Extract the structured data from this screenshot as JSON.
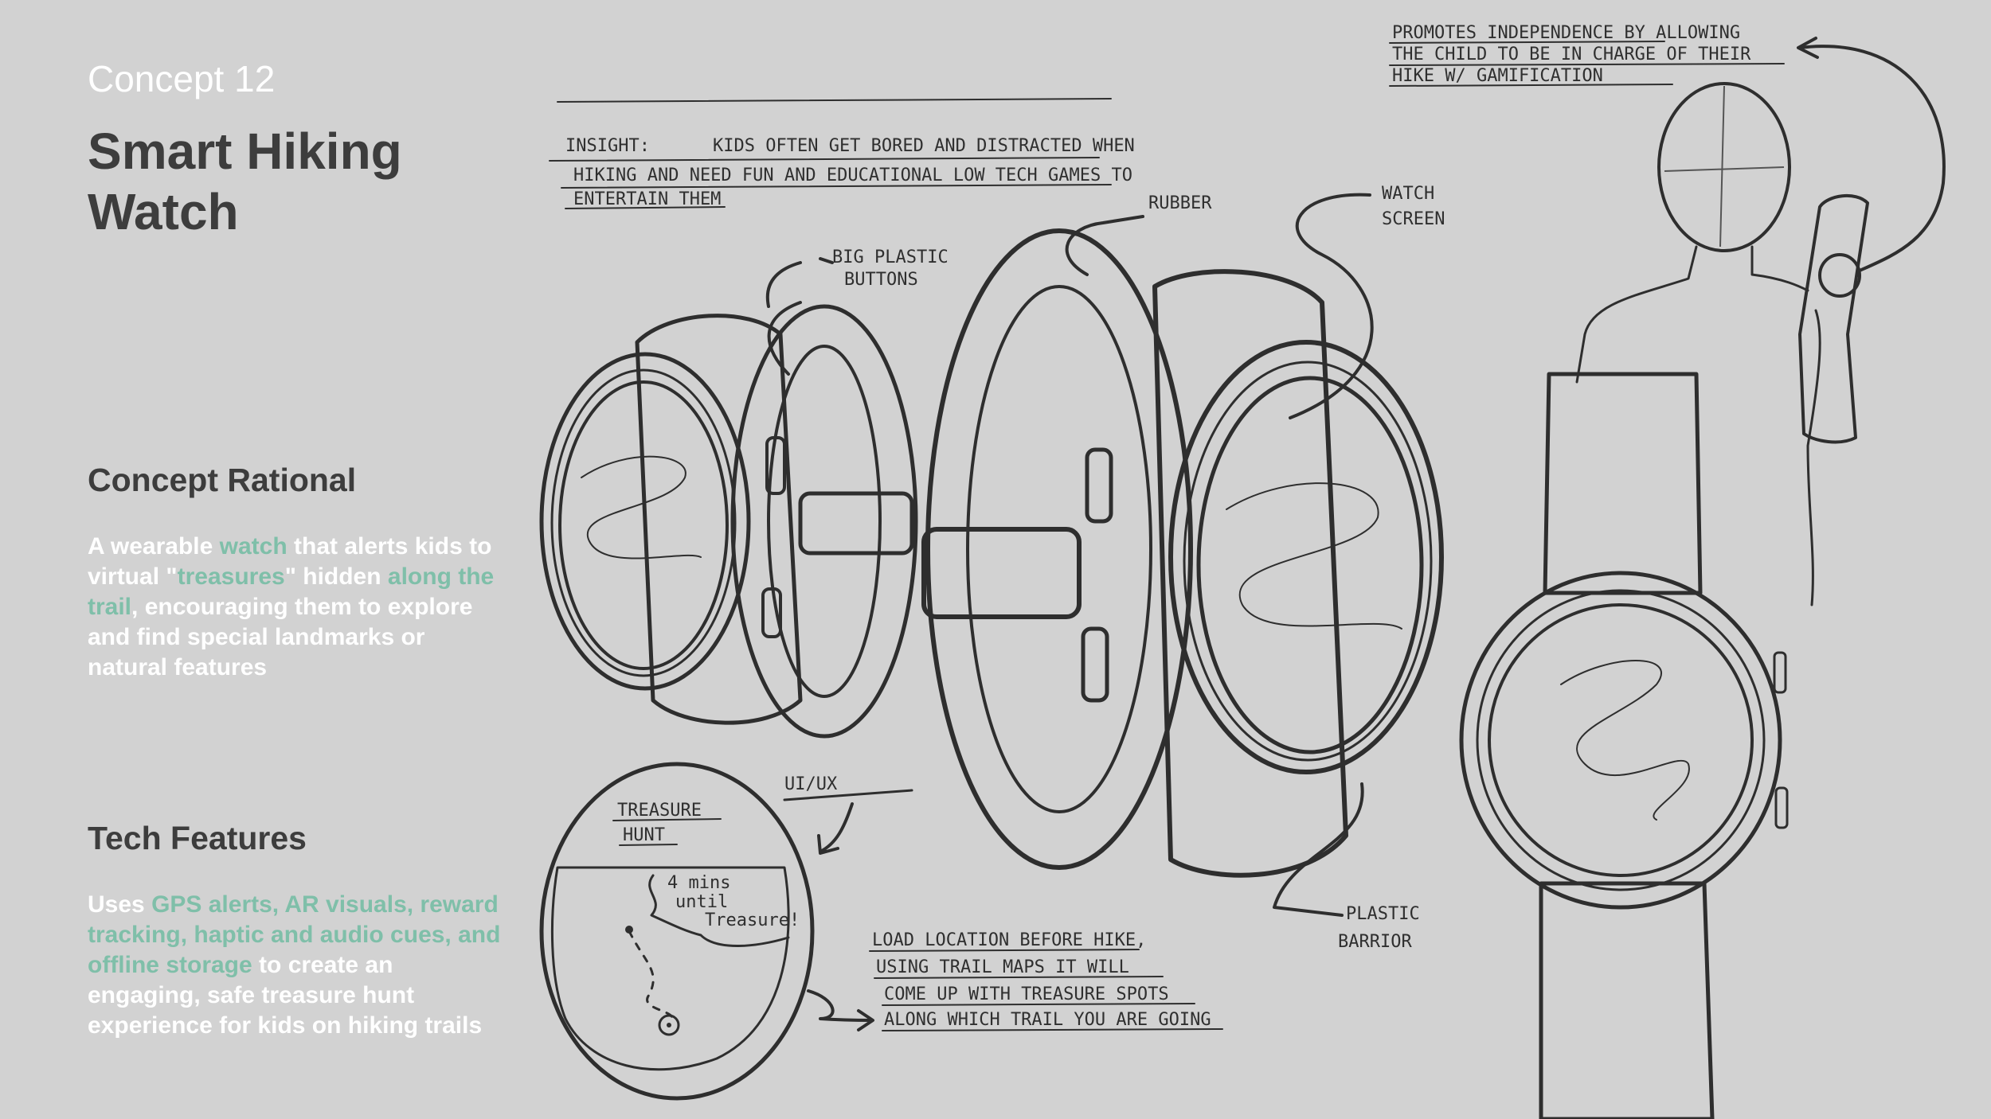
{
  "left": {
    "concept_label": "Concept 12",
    "title_line1": "Smart Hiking",
    "title_line2": "Watch",
    "rational_heading": "Concept Rational",
    "rational": {
      "t1": "A wearable ",
      "h1": "watch",
      "t2": " that alerts kids to virtual \"",
      "h2": "treasures",
      "t3": "\" hidden ",
      "h3": "along the trail",
      "t4": ", encouraging them to explore and find special landmarks or natural features"
    },
    "tech_heading": "Tech Features",
    "tech": {
      "t1": "Uses ",
      "h1": "GPS alerts, AR visuals, reward tracking, haptic and audio cues, and offline storage",
      "t2": " to create an engaging, safe treasure hunt experience for kids on hiking trails"
    }
  },
  "notes": {
    "insight_label": "INSIGHT:",
    "insight_l1": "KIDS OFTEN GET BORED AND DISTRACTED WHEN",
    "insight_l2": "HIKING AND NEED FUN AND EDUCATIONAL LOW TECH GAMES TO",
    "insight_l3": "ENTERTAIN THEM",
    "promo_l1": "PROMOTES INDEPENDENCE BY ALLOWING",
    "promo_l2": "THE CHILD TO BE IN CHARGE OF THEIR",
    "promo_l3": "HIKE W/ GAMIFICATION",
    "buttons_l1": "BIG PLASTIC",
    "buttons_l2": "BUTTONS",
    "rubber": "RUBBER",
    "screen_l1": "WATCH",
    "screen_l2": "SCREEN",
    "barrier_l1": "PLASTIC",
    "barrier_l2": "BARRIOR",
    "uiux": "UI/UX",
    "treasure_l1": "TREASURE",
    "treasure_l2": "HUNT",
    "bubble_l1": "4 mins",
    "bubble_l2": "until",
    "bubble_l3": "Treasure!",
    "load_l1": "LOAD LOCATION BEFORE HIKE,",
    "load_l2": "USING TRAIL MAPS IT WILL",
    "load_l3": "COME UP WITH TREASURE SPOTS",
    "load_l4": "ALONG WHICH TRAIL YOU ARE GOING"
  },
  "colors": {
    "background": "#d2d2d2",
    "screen_teal": "#88b9a9",
    "accent_text": "#7fbfa9",
    "ink": "#2e2e2e"
  }
}
